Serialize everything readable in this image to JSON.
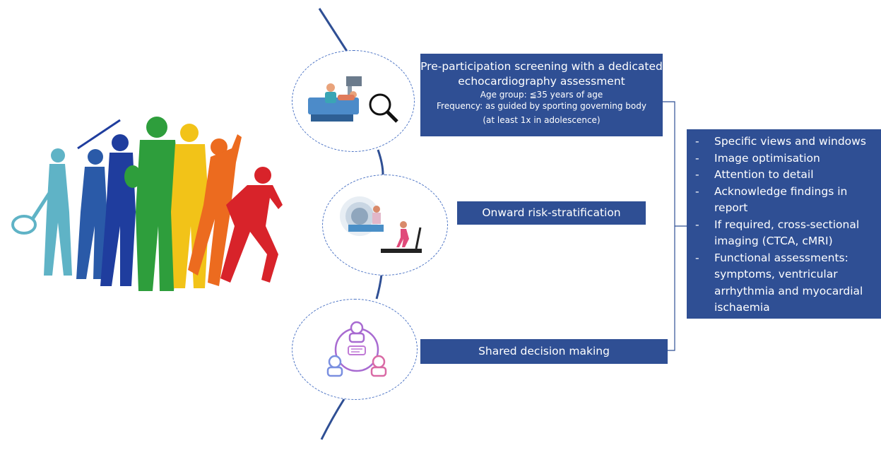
{
  "steps": [
    {
      "title": "Pre-participation screening with a dedicated echocardiography assessment",
      "age_group": "Age group: ≦35 years of age",
      "frequency": "Frequency: as guided by sporting governing body",
      "frequency_note": "(at least 1x in adolescence)",
      "icon": "echocardiography-magnifier-icon"
    },
    {
      "title": "Onward risk-stratification",
      "icon": "mri-treadmill-icon"
    },
    {
      "title": "Shared decision making",
      "icon": "team-discussion-icon"
    }
  ],
  "considerations": [
    "Specific views and windows",
    "Image optimisation",
    "Attention to detail",
    "Acknowledge findings in report",
    "If required, cross-sectional imaging (CTCA, cMRI)",
    "Functional assessments: symptoms, ventricular arrhythmia and myocardial ischaemia"
  ],
  "bullet_char": "-",
  "athlete_colors": [
    "#5fb3c6",
    "#2a5aa8",
    "#1f3d9e",
    "#2e9e3c",
    "#f2c318",
    "#ec6b1f",
    "#d8232a"
  ],
  "box_color": "#2f4f94",
  "line_color": "#2f4f94",
  "dash_color": "#4a72c4"
}
